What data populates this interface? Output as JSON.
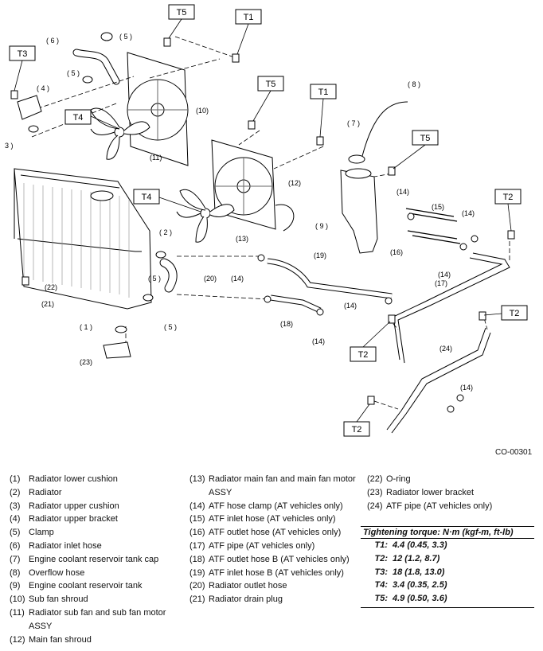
{
  "diagram": {
    "callouts": {
      "t5_a": "T5",
      "t1_a": "T1",
      "t3": "T3",
      "t4_a": "T4",
      "t5_b": "T5",
      "t1_b": "T1",
      "t4_b": "T4",
      "t5_c": "T5",
      "t2_a": "T2",
      "t2_b": "T2",
      "t2_c": "T2",
      "t2_d": "T2"
    },
    "labels": {
      "n1": "( 1 )",
      "n2": "( 2 )",
      "n3": "3 )",
      "n4": "( 4 )",
      "n5a": "( 5 )",
      "n5b": "( 5 )",
      "n5c": "( 5 )",
      "n5d": "( 5 )",
      "n6": "( 6 )",
      "n7": "( 7 )",
      "n8": "( 8 )",
      "n9": "( 9 )",
      "n10": "(10)",
      "n11": "(11)",
      "n12": "(12)",
      "n13": "(13)",
      "n14a": "(14)",
      "n14b": "(14)",
      "n14c": "(14)",
      "n14d": "(14)",
      "n14e": "(14)",
      "n14f": "(14)",
      "n14g": "(14)",
      "n15": "(15)",
      "n16": "(16)",
      "n17": "(17)",
      "n18": "(18)",
      "n19": "(19)",
      "n20": "(20)",
      "n21": "(21)",
      "n22": "(22)",
      "n23": "(23)",
      "n24": "(24)"
    },
    "figure_code": "CO-00301"
  },
  "legend": {
    "col1": [
      {
        "num": "(1)",
        "text": "Radiator lower cushion"
      },
      {
        "num": "(2)",
        "text": "Radiator"
      },
      {
        "num": "(3)",
        "text": "Radiator upper cushion"
      },
      {
        "num": "(4)",
        "text": "Radiator upper bracket"
      },
      {
        "num": "(5)",
        "text": "Clamp"
      },
      {
        "num": "(6)",
        "text": "Radiator inlet hose"
      },
      {
        "num": "(7)",
        "text": "Engine coolant reservoir tank cap"
      },
      {
        "num": "(8)",
        "text": "Overflow hose"
      },
      {
        "num": "(9)",
        "text": "Engine coolant reservoir tank"
      },
      {
        "num": "(10)",
        "text": "Sub fan shroud"
      },
      {
        "num": "(11)",
        "text": "Radiator sub fan and sub fan motor ASSY"
      },
      {
        "num": "(12)",
        "text": "Main fan shroud"
      }
    ],
    "col2": [
      {
        "num": "(13)",
        "text": "Radiator main fan and main fan motor ASSY"
      },
      {
        "num": "(14)",
        "text": "ATF hose clamp (AT vehicles only)"
      },
      {
        "num": "(15)",
        "text": "ATF inlet hose (AT vehicles only)"
      },
      {
        "num": "(16)",
        "text": "ATF outlet hose (AT vehicles only)"
      },
      {
        "num": "(17)",
        "text": "ATF pipe (AT vehicles only)"
      },
      {
        "num": "(18)",
        "text": "ATF outlet hose B (AT vehicles only)"
      },
      {
        "num": "(19)",
        "text": "ATF inlet hose B (AT vehicles only)"
      },
      {
        "num": "(20)",
        "text": "Radiator outlet hose"
      },
      {
        "num": "(21)",
        "text": "Radiator drain plug"
      }
    ],
    "col3": [
      {
        "num": "(22)",
        "text": "O-ring"
      },
      {
        "num": "(23)",
        "text": "Radiator lower bracket"
      },
      {
        "num": "(24)",
        "text": "ATF pipe (AT vehicles only)"
      }
    ]
  },
  "torque": {
    "title": "Tightening torque: N·m (kgf-m, ft-lb)",
    "rows": [
      {
        "key": "T1:",
        "value": "4.4 (0.45, 3.3)"
      },
      {
        "key": "T2:",
        "value": "12 (1.2, 8.7)"
      },
      {
        "key": "T3:",
        "value": "18 (1.8, 13.0)"
      },
      {
        "key": "T4:",
        "value": "3.4 (0.35, 2.5)"
      },
      {
        "key": "T5:",
        "value": "4.9 (0.50, 3.6)"
      }
    ]
  }
}
